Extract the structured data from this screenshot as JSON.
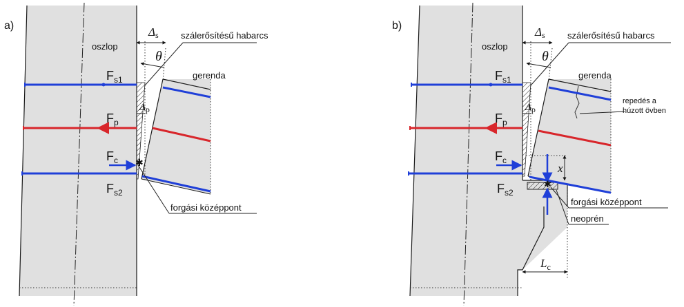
{
  "colors": {
    "concrete": "#e0e0e0",
    "outline": "#1a1a1a",
    "tendon_blue": "#1f3fd8",
    "tendon_red": "#d8262b",
    "mortar_hatch": "#222222"
  },
  "panel_a": {
    "label": "a)",
    "oszlop": "oszlop",
    "mortar_label": "szálerősítésű habarcs",
    "delta": "Δ",
    "delta_sub": "s",
    "theta": "θ",
    "gerenda": "gerenda",
    "fs1": "F",
    "fs1_sub": "s1",
    "fp": "F",
    "fp_sub": "p",
    "delta_p": "Δ",
    "delta_p_sub": "p",
    "fc": "F",
    "fc_sub": "c",
    "fs2": "F",
    "fs2_sub": "s2",
    "pivot_label": "forgási középpont"
  },
  "panel_b": {
    "label": "b)",
    "oszlop": "oszlop",
    "mortar_label": "szálerősítésű habarcs",
    "delta": "Δ",
    "delta_sub": "s",
    "theta": "θ",
    "gerenda": "gerenda",
    "crack_line1": "repedés a",
    "crack_line2": "húzott övben",
    "fs1": "F",
    "fs1_sub": "s1",
    "fp": "F",
    "fp_sub": "p",
    "delta_p": "Δ",
    "delta_p_sub": "p",
    "fc": "F",
    "fc_sub": "c",
    "x_label": "x",
    "fs2": "F",
    "fs2_sub": "s2",
    "pivot_label": "forgási középpont",
    "neoprene_label": "neoprén",
    "lc": "L",
    "lc_sub": "c"
  }
}
